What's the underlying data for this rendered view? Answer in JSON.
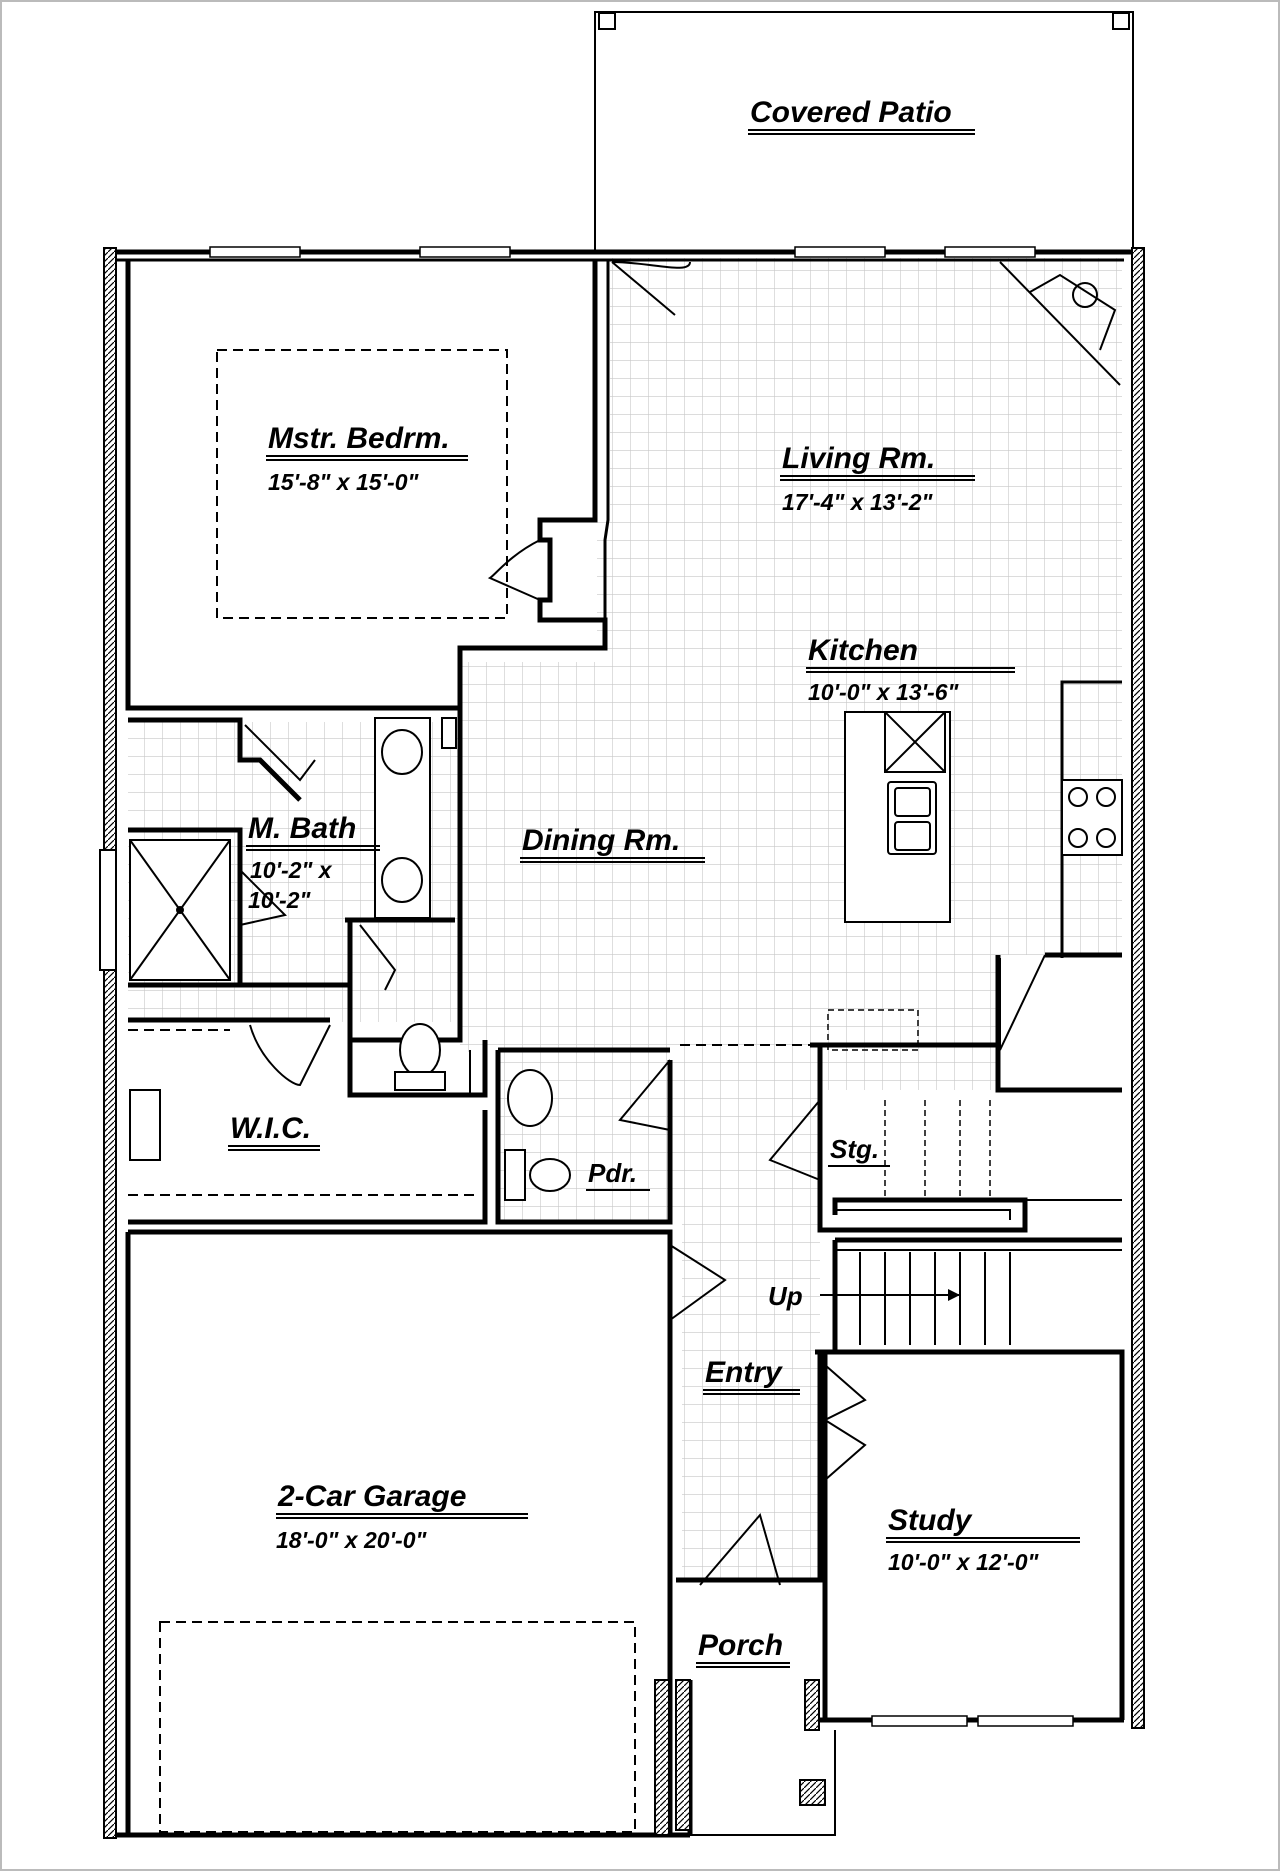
{
  "rooms": {
    "covered_patio": {
      "name": "Covered Patio"
    },
    "master_bedroom": {
      "name": "Mstr. Bedrm.",
      "dim": "15'-8\" x 15'-0\""
    },
    "living_room": {
      "name": "Living Rm.",
      "dim": "17'-4\" x 13'-2\""
    },
    "kitchen": {
      "name": "Kitchen",
      "dim": "10'-0\" x 13'-6\""
    },
    "master_bath": {
      "name": "M. Bath",
      "dim_line1": "10'-2\" x",
      "dim_line2": "10'-2\""
    },
    "dining_room": {
      "name": "Dining Rm."
    },
    "wic": {
      "name": "W.I.C."
    },
    "storage": {
      "name": "Stg."
    },
    "powder": {
      "name": "Pdr."
    },
    "stairs": {
      "label": "Up"
    },
    "entry": {
      "name": "Entry"
    },
    "garage": {
      "name": "2-Car Garage",
      "dim": "18'-0\" x 20'-0\""
    },
    "study": {
      "name": "Study",
      "dim": "10'-0\" x 12'-0\""
    },
    "porch": {
      "name": "Porch"
    }
  }
}
